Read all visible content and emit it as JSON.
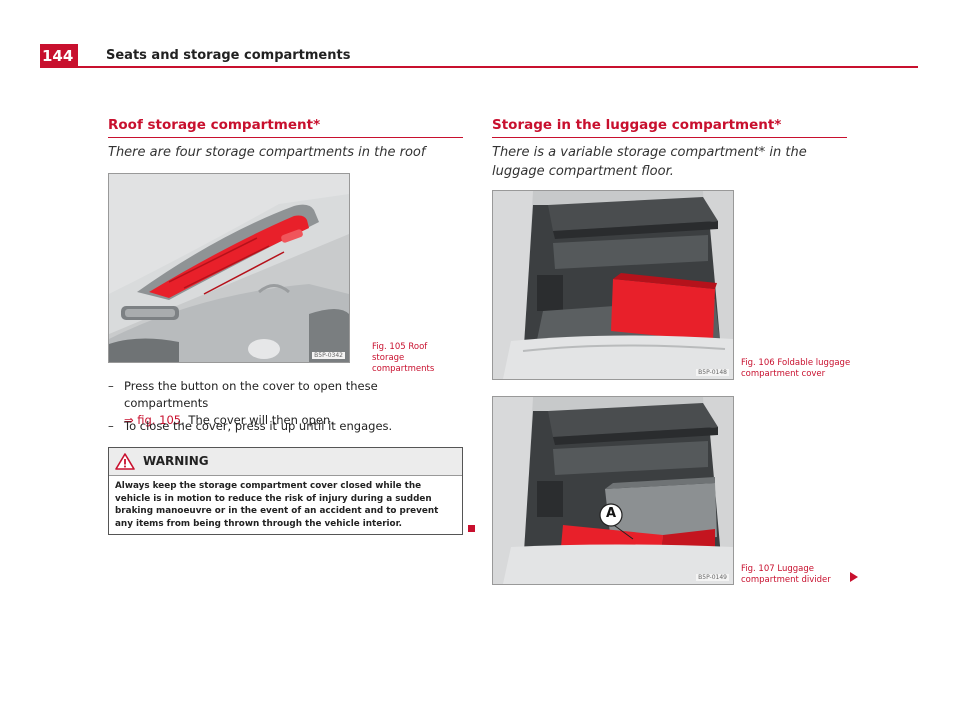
{
  "header": {
    "page_number": "144",
    "title": "Seats and storage compartments"
  },
  "left": {
    "title": "Roof storage compartment*",
    "intro": "There are four storage compartments in the roof",
    "figure": {
      "code": "B5P-0342",
      "caption": "Fig. 105 Roof storage compartments"
    },
    "steps": [
      {
        "dash": "–",
        "text": "Press the button on the cover to open these compartments",
        "ref": "⇒ fig. 105",
        "after": ". The cover will then open."
      },
      {
        "dash": "–",
        "text": "To close the cover, press it up until it engages."
      }
    ],
    "warning": {
      "title": "WARNING",
      "text": "Always keep the storage compartment cover closed while the vehicle is in motion to reduce the risk of injury during a sudden braking manoeuvre or in the event of an accident and to prevent any items from being thrown through the vehicle interior."
    }
  },
  "right": {
    "title": "Storage in the luggage compartment*",
    "intro": "There is a variable storage compartment* in the luggage compartment floor.",
    "figures": [
      {
        "code": "B5P-0148",
        "caption": "Fig. 106 Foldable luggage compartment cover"
      },
      {
        "code": "B5P-0149",
        "caption": "Fig. 107 Luggage compartment divider",
        "callout": "A"
      }
    ]
  },
  "colors": {
    "accent": "#c8102e"
  }
}
